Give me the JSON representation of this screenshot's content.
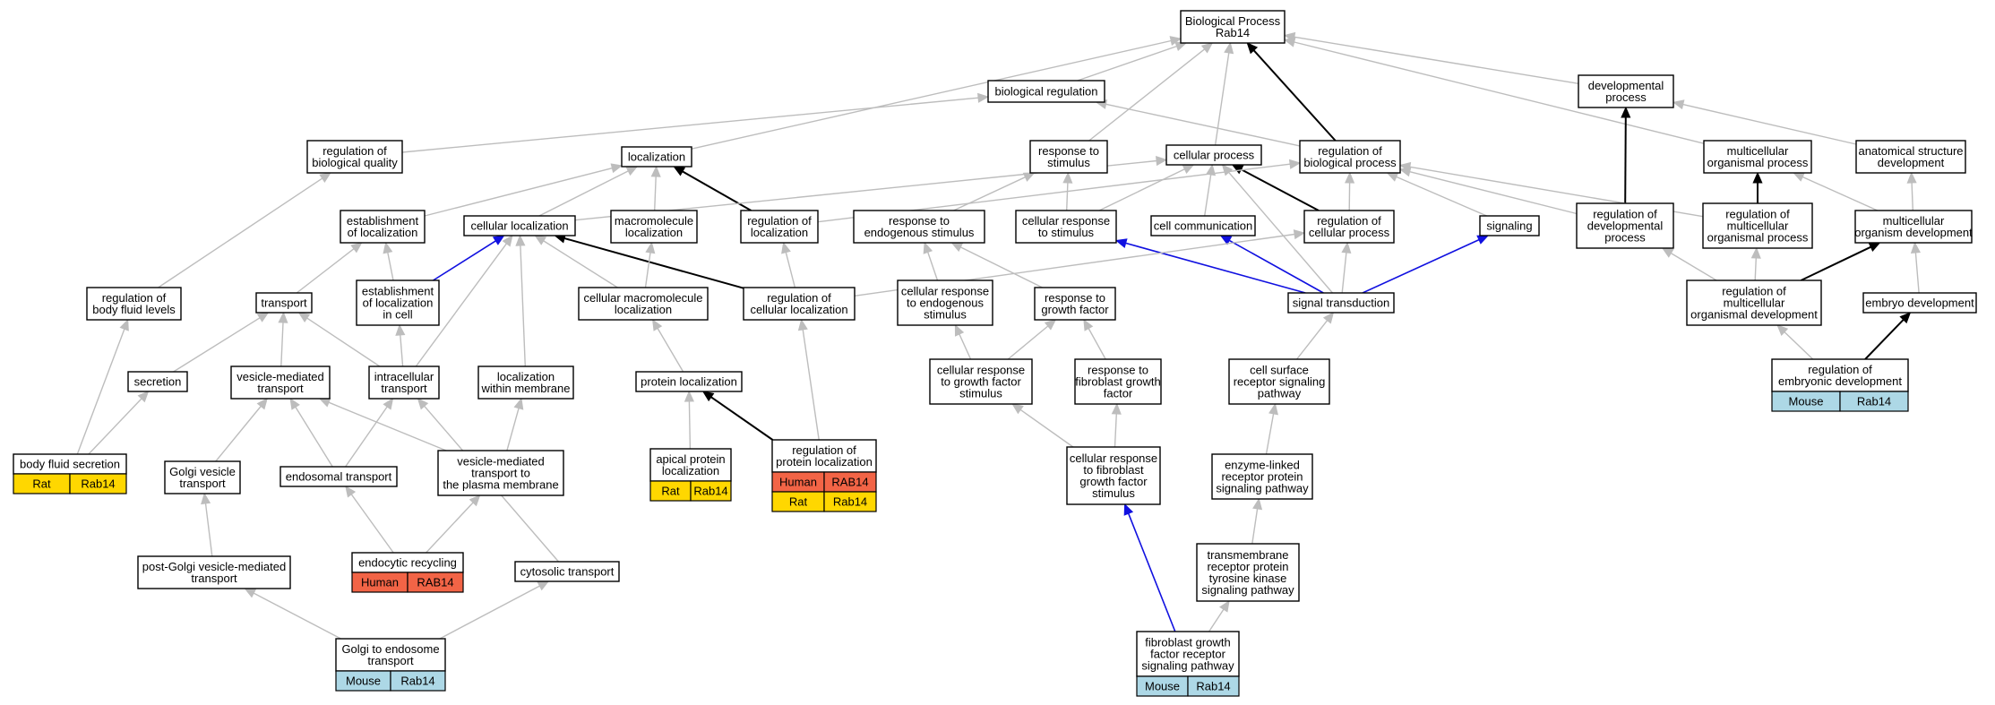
{
  "colors": {
    "gray_edge": "#bdbdbd",
    "black_edge": "#000000",
    "blue_edge": "#1010e0",
    "species": {
      "Rat": "#ffd700",
      "Human": "#f26446",
      "Mouse": "#add8e6"
    }
  },
  "nodes": {
    "bp": [
      "Biological Process",
      "Rab14"
    ],
    "bioreg": [
      "biological regulation"
    ],
    "devproc": [
      "developmental",
      "process"
    ],
    "regbioqual": [
      "regulation of",
      "biological quality"
    ],
    "localization": [
      "localization"
    ],
    "respstim": [
      "response to",
      "stimulus"
    ],
    "cellproc": [
      "cellular process"
    ],
    "regbioproc": [
      "regulation of",
      "biological process"
    ],
    "multiorg": [
      "multicellular",
      "organismal process"
    ],
    "anatdev": [
      "anatomical structure",
      "development"
    ],
    "estloc": [
      "establishment",
      "of localization"
    ],
    "cellloc": [
      "cellular localization"
    ],
    "macroloc": [
      "macromolecule",
      "localization"
    ],
    "regloc": [
      "regulation of",
      "localization"
    ],
    "respendo": [
      "response to",
      "endogenous stimulus"
    ],
    "cellrespstim": [
      "cellular response",
      "to stimulus"
    ],
    "cellcomm": [
      "cell communication"
    ],
    "regcellproc": [
      "regulation of",
      "cellular process"
    ],
    "signaling": [
      "signaling"
    ],
    "regdevproc": [
      "regulation of",
      "developmental",
      "process"
    ],
    "regmultiproc": [
      "regulation of",
      "multicellular",
      "organismal process"
    ],
    "multiorgdev": [
      "multicellular",
      "organism development"
    ],
    "regbodyfluid": [
      "regulation of",
      "body fluid levels"
    ],
    "transport": [
      "transport"
    ],
    "estloccell": [
      "establishment",
      "of localization",
      "in cell"
    ],
    "cellmacroloc": [
      "cellular macromolecule",
      "localization"
    ],
    "regcellloc": [
      "regulation of",
      "cellular localization"
    ],
    "cellrespendo": [
      "cellular response",
      "to endogenous",
      "stimulus"
    ],
    "respgf": [
      "response to",
      "growth factor"
    ],
    "sigtrans": [
      "signal transduction"
    ],
    "regmultidev": [
      "regulation of",
      "multicellular",
      "organismal development"
    ],
    "embryodev": [
      "embryo development"
    ],
    "secretion": [
      "secretion"
    ],
    "vesmedtrans": [
      "vesicle-mediated",
      "transport"
    ],
    "intracell": [
      "intracellular",
      "transport"
    ],
    "locwithinmem": [
      "localization",
      "within membrane"
    ],
    "protloc": [
      "protein localization"
    ],
    "cellrespgf": [
      "cellular response",
      "to growth factor",
      "stimulus"
    ],
    "respfgf": [
      "response to",
      "fibroblast growth",
      "factor"
    ],
    "cellsurf": [
      "cell surface",
      "receptor signaling",
      "pathway"
    ],
    "regembryo": [
      "regulation of",
      "embryonic development"
    ],
    "bodyfluidsec": [
      "body fluid secretion"
    ],
    "golgives": [
      "Golgi vesicle",
      "transport"
    ],
    "endotrans": [
      "endosomal transport"
    ],
    "vesmedplasma": [
      "vesicle-mediated",
      "transport to",
      "the plasma membrane"
    ],
    "apicalprot": [
      "apical protein",
      "localization"
    ],
    "regprotloc": [
      "regulation of",
      "protein localization"
    ],
    "cellrespfgf": [
      "cellular response",
      "to fibroblast",
      "growth factor",
      "stimulus"
    ],
    "enzyme": [
      "enzyme-linked",
      "receptor protein",
      "signaling pathway"
    ],
    "postgolgi": [
      "post-Golgi vesicle-mediated",
      "transport"
    ],
    "endocytic": [
      "endocytic recycling"
    ],
    "cytosolic": [
      "cytosolic transport"
    ],
    "tmrtk": [
      "transmembrane",
      "receptor protein",
      "tyrosine kinase",
      "signaling pathway"
    ],
    "golgiendo": [
      "Golgi to endosome",
      "transport"
    ],
    "fgfrpath": [
      "fibroblast growth",
      "factor receptor",
      "signaling pathway"
    ]
  },
  "annotations": {
    "bodyfluidsec": [
      [
        "Rat",
        "Rab14"
      ]
    ],
    "apicalprot": [
      [
        "Rat",
        "Rab14"
      ]
    ],
    "regprotloc": [
      [
        "Human",
        "RAB14"
      ],
      [
        "Rat",
        "Rab14"
      ]
    ],
    "endocytic": [
      [
        "Human",
        "RAB14"
      ]
    ],
    "golgiendo": [
      [
        "Mouse",
        "Rab14"
      ]
    ],
    "fgfrpath": [
      [
        "Mouse",
        "Rab14"
      ]
    ],
    "regembryo": [
      [
        "Mouse",
        "Rab14"
      ]
    ]
  },
  "edges": [
    [
      "bioreg",
      "bp",
      "gray"
    ],
    [
      "regbioproc",
      "bp",
      "black"
    ],
    [
      "devproc",
      "bp",
      "gray"
    ],
    [
      "localization",
      "bp",
      "gray"
    ],
    [
      "respstim",
      "bp",
      "gray"
    ],
    [
      "cellproc",
      "bp",
      "gray"
    ],
    [
      "multiorg",
      "bp",
      "gray"
    ],
    [
      "regbioqual",
      "bioreg",
      "gray"
    ],
    [
      "regbioproc",
      "bioreg",
      "gray"
    ],
    [
      "regdevproc",
      "devproc",
      "black"
    ],
    [
      "anatdev",
      "devproc",
      "gray"
    ],
    [
      "regbodyfluid",
      "regbioqual",
      "gray"
    ],
    [
      "estloc",
      "localization",
      "gray"
    ],
    [
      "cellloc",
      "localization",
      "gray"
    ],
    [
      "macroloc",
      "localization",
      "gray"
    ],
    [
      "regloc",
      "localization",
      "black"
    ],
    [
      "respendo",
      "respstim",
      "gray"
    ],
    [
      "cellrespstim",
      "respstim",
      "gray"
    ],
    [
      "cellloc",
      "cellproc",
      "gray"
    ],
    [
      "cellrespstim",
      "cellproc",
      "gray"
    ],
    [
      "cellcomm",
      "cellproc",
      "gray"
    ],
    [
      "regcellproc",
      "cellproc",
      "black"
    ],
    [
      "sigtrans",
      "cellproc",
      "gray"
    ],
    [
      "regloc",
      "regbioproc",
      "gray"
    ],
    [
      "regcellproc",
      "regbioproc",
      "gray"
    ],
    [
      "signaling",
      "regbioproc",
      "gray"
    ],
    [
      "regdevproc",
      "regbioproc",
      "gray"
    ],
    [
      "regmultiproc",
      "regbioproc",
      "gray"
    ],
    [
      "regmultiproc",
      "multiorg",
      "black"
    ],
    [
      "multiorgdev",
      "multiorg",
      "gray"
    ],
    [
      "multiorgdev",
      "anatdev",
      "gray"
    ],
    [
      "transport",
      "estloc",
      "gray"
    ],
    [
      "estloccell",
      "estloc",
      "gray"
    ],
    [
      "estloccell",
      "cellloc",
      "blue"
    ],
    [
      "intracell",
      "cellloc",
      "gray"
    ],
    [
      "locwithinmem",
      "cellloc",
      "gray"
    ],
    [
      "cellmacroloc",
      "cellloc",
      "gray"
    ],
    [
      "regcellloc",
      "cellloc",
      "black"
    ],
    [
      "cellmacroloc",
      "macroloc",
      "gray"
    ],
    [
      "regcellloc",
      "regloc",
      "gray"
    ],
    [
      "cellrespendo",
      "respendo",
      "gray"
    ],
    [
      "respgf",
      "respendo",
      "gray"
    ],
    [
      "sigtrans",
      "cellrespstim",
      "blue"
    ],
    [
      "sigtrans",
      "cellcomm",
      "blue"
    ],
    [
      "sigtrans",
      "regcellproc",
      "gray"
    ],
    [
      "regcellloc",
      "regcellproc",
      "gray"
    ],
    [
      "sigtrans",
      "signaling",
      "blue"
    ],
    [
      "regmultidev",
      "regdevproc",
      "gray"
    ],
    [
      "regmultidev",
      "regmultiproc",
      "gray"
    ],
    [
      "regmultidev",
      "multiorgdev",
      "black"
    ],
    [
      "embryodev",
      "multiorgdev",
      "gray"
    ],
    [
      "bodyfluidsec",
      "regbodyfluid",
      "gray"
    ],
    [
      "secretion",
      "transport",
      "gray"
    ],
    [
      "vesmedtrans",
      "transport",
      "gray"
    ],
    [
      "intracell",
      "transport",
      "gray"
    ],
    [
      "intracell",
      "estloccell",
      "gray"
    ],
    [
      "protloc",
      "cellmacroloc",
      "gray"
    ],
    [
      "regprotloc",
      "regcellloc",
      "gray"
    ],
    [
      "cellrespgf",
      "cellrespendo",
      "gray"
    ],
    [
      "cellrespgf",
      "respgf",
      "gray"
    ],
    [
      "respfgf",
      "respgf",
      "gray"
    ],
    [
      "cellsurf",
      "sigtrans",
      "gray"
    ],
    [
      "regembryo",
      "regmultidev",
      "gray"
    ],
    [
      "regembryo",
      "embryodev",
      "black"
    ],
    [
      "bodyfluidsec",
      "secretion",
      "gray"
    ],
    [
      "golgives",
      "vesmedtrans",
      "gray"
    ],
    [
      "endotrans",
      "vesmedtrans",
      "gray"
    ],
    [
      "vesmedplasma",
      "vesmedtrans",
      "gray"
    ],
    [
      "endotrans",
      "intracell",
      "gray"
    ],
    [
      "cytosolic",
      "intracell",
      "gray"
    ],
    [
      "vesmedplasma",
      "locwithinmem",
      "gray"
    ],
    [
      "apicalprot",
      "protloc",
      "gray"
    ],
    [
      "regprotloc",
      "protloc",
      "black"
    ],
    [
      "cellrespfgf",
      "cellrespgf",
      "gray"
    ],
    [
      "cellrespfgf",
      "respfgf",
      "gray"
    ],
    [
      "enzyme",
      "cellsurf",
      "gray"
    ],
    [
      "postgolgi",
      "golgives",
      "gray"
    ],
    [
      "endocytic",
      "endotrans",
      "gray"
    ],
    [
      "endocytic",
      "vesmedplasma",
      "gray"
    ],
    [
      "tmrtk",
      "enzyme",
      "gray"
    ],
    [
      "golgiendo",
      "postgolgi",
      "gray"
    ],
    [
      "golgiendo",
      "cytosolic",
      "gray"
    ],
    [
      "fgfrpath",
      "tmrtk",
      "gray"
    ],
    [
      "fgfrpath",
      "cellrespfgf",
      "blue"
    ]
  ]
}
